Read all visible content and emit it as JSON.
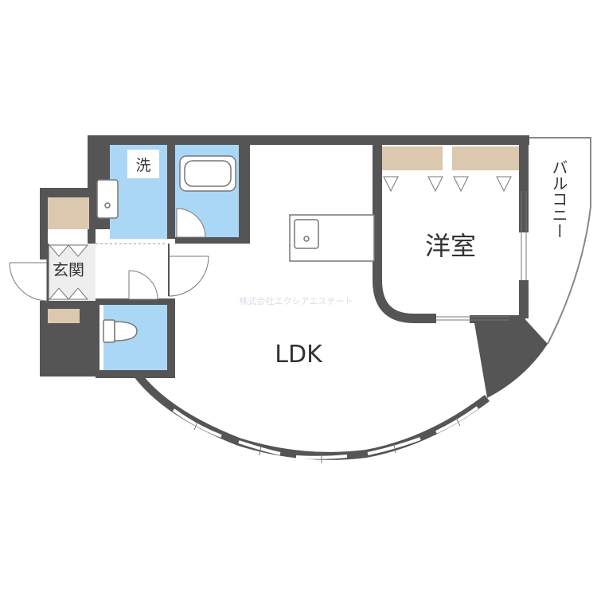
{
  "rooms": {
    "ldk": "LDK",
    "western_room": "洋室",
    "entrance": "玄関",
    "balcony": "バルコニー",
    "laundry": "洗"
  },
  "watermark": "株式会社エクシアエステート",
  "colors": {
    "wall": "#555555",
    "wet_area": "#aad7f5",
    "storage": "#dcc8af",
    "floor": "#ffffff",
    "fixture_line": "#777777"
  }
}
